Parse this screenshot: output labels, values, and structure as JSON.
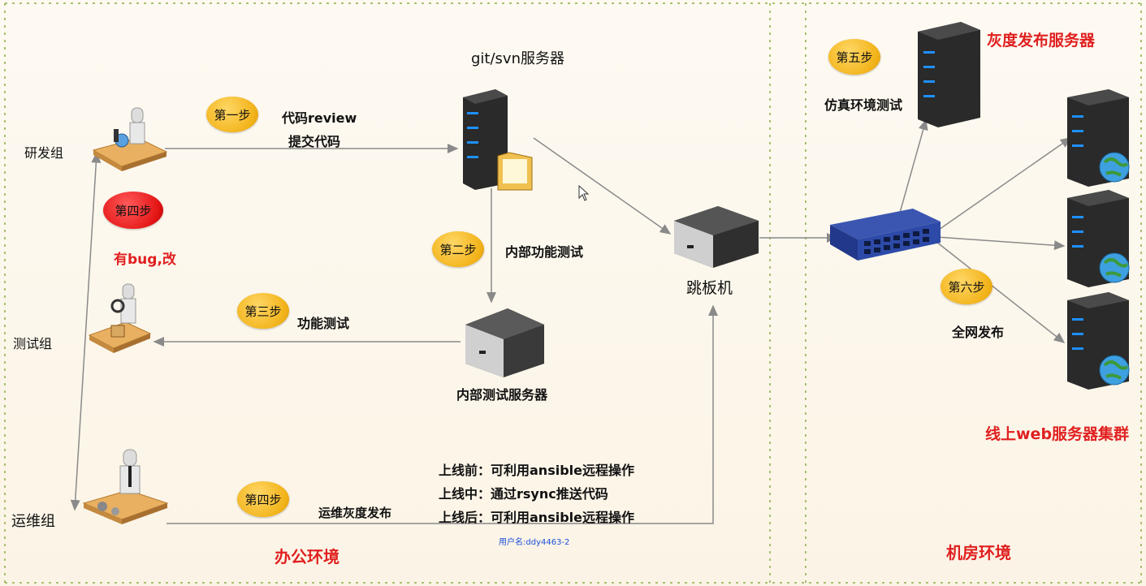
{
  "regions": {
    "office_label": "办公环境",
    "datacenter_label": "机房环境"
  },
  "groups": {
    "dev": "研发组",
    "test": "测试组",
    "ops": "运维组"
  },
  "servers": {
    "git": "git/svn服务器",
    "test_server": "内部测试服务器",
    "jump": "跳板机",
    "gray": "灰度发布服务器",
    "web_cluster": "线上web服务器集群"
  },
  "steps": {
    "s1": "第一步",
    "s2": "第二步",
    "s3": "第三步",
    "s4_red": "第四步",
    "s4": "第四步",
    "s5": "第五步",
    "s6": "第六步"
  },
  "notes": {
    "code_review": "代码review",
    "commit": "提交代码",
    "internal_test": "内部功能测试",
    "func_test": "功能测试",
    "bug_fix": "有bug,改",
    "ops_gray": "运维灰度发布",
    "sim_test": "仿真环境测试",
    "full_release": "全网发布",
    "pre": "上线前：可利用ansible远程操作",
    "mid": "上线中：通过rsync推送代码",
    "post": "上线后：可利用ansible远程操作",
    "user": "用户名:ddy4463-2"
  },
  "colors": {
    "accent_red": "#e02020",
    "step_yellow": "#f2b31a",
    "divider_green": "#a8c070",
    "arrow_gray": "#8a8a8a"
  }
}
